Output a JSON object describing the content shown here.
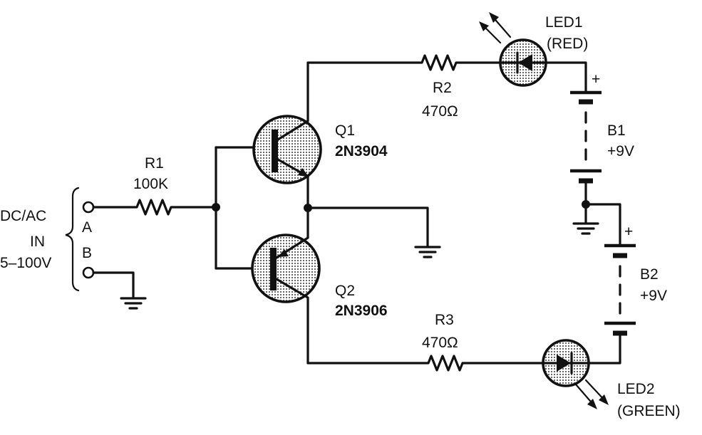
{
  "input": {
    "mode_label": "DC/AC",
    "in_label": "IN",
    "range_label": "5–100V",
    "terminal_a": "A",
    "terminal_b": "B"
  },
  "components": {
    "r1": {
      "ref": "R1",
      "value": "100K"
    },
    "r2": {
      "ref": "R2",
      "value": "470Ω"
    },
    "r3": {
      "ref": "R3",
      "value": "470Ω"
    },
    "q1": {
      "ref": "Q1",
      "part": "2N3904"
    },
    "q2": {
      "ref": "Q2",
      "part": "2N3906"
    },
    "led1": {
      "ref": "LED1",
      "color": "(RED)"
    },
    "led2": {
      "ref": "LED2",
      "color": "(GREEN)"
    },
    "b1": {
      "ref": "B1",
      "value": "+9V",
      "polarity": "+"
    },
    "b2": {
      "ref": "B2",
      "value": "+9V",
      "polarity": "+"
    }
  },
  "colors": {
    "ink": "#111111",
    "body_fill": "#d0d0d0",
    "paper": "#ffffff"
  }
}
